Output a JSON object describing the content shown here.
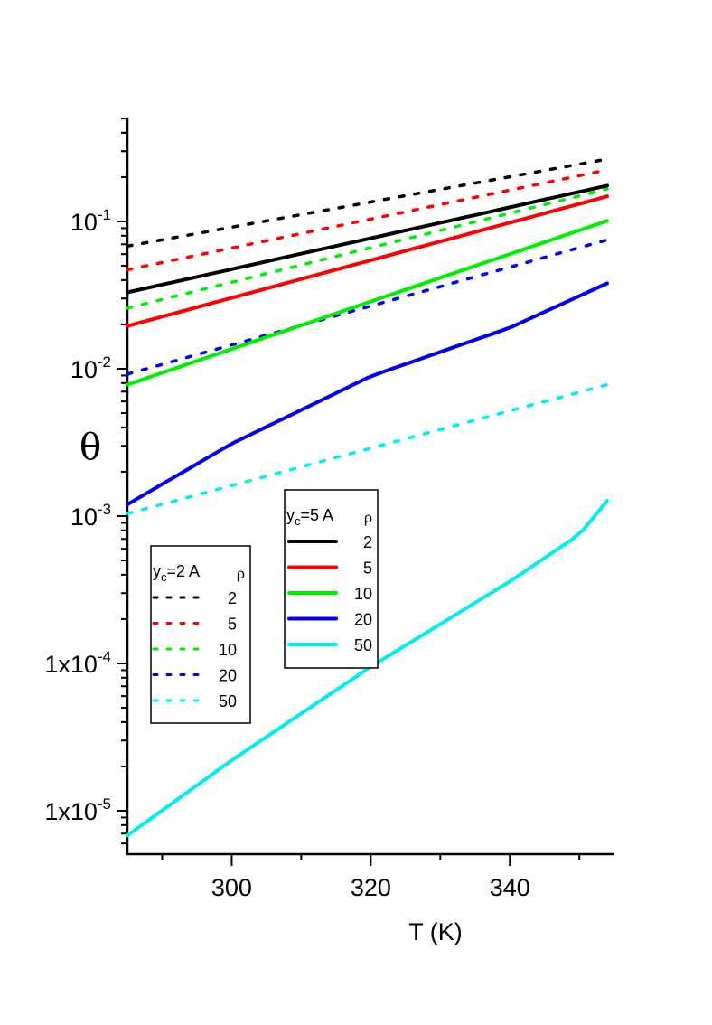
{
  "chart_data": {
    "type": "line",
    "title": "",
    "xlabel": "T (K)",
    "ylabel": "θ",
    "yscale": "log",
    "xlim": [
      285,
      354
    ],
    "ylim": [
      5e-06,
      0.55
    ],
    "grid": false,
    "x_ticks": [
      300,
      320,
      340
    ],
    "x_tick_labels": [
      "300",
      "320",
      "340"
    ],
    "y_ticks": [
      1e-05,
      0.0001,
      0.001,
      0.01,
      0.1
    ],
    "y_tick_labels": [
      {
        "base": "1x10",
        "exp": "-5"
      },
      {
        "base": "1x10",
        "exp": "-4"
      },
      {
        "base": "10",
        "exp": "-3"
      },
      {
        "base": "10",
        "exp": "-2"
      },
      {
        "base": "10",
        "exp": "-1"
      }
    ],
    "legends": [
      {
        "title_main": "y",
        "title_sub": "c",
        "title_rest": "=2 A",
        "column_header": "ρ",
        "style": "dotted",
        "entries": [
          "2",
          "5",
          "10",
          "20",
          "50"
        ]
      },
      {
        "title_main": "y",
        "title_sub": "c",
        "title_rest": "=5 A",
        "column_header": "ρ",
        "style": "solid",
        "entries": [
          "2",
          "5",
          "10",
          "20",
          "50"
        ]
      }
    ],
    "series": [
      {
        "name": "yc=2 A, ρ=2",
        "style": "dotted",
        "color": "#000000",
        "x": [
          285,
          354
        ],
        "values": [
          0.068,
          0.265
        ]
      },
      {
        "name": "yc=2 A, ρ=5",
        "style": "dotted",
        "color": "#ff0000",
        "x": [
          285,
          354
        ],
        "values": [
          0.047,
          0.224
        ]
      },
      {
        "name": "yc=2 A, ρ=10",
        "style": "dotted",
        "color": "#00ee00",
        "x": [
          285,
          354
        ],
        "values": [
          0.0258,
          0.166
        ]
      },
      {
        "name": "yc=2 A, ρ=20",
        "style": "dotted",
        "color": "#0000ee",
        "x": [
          285,
          354
        ],
        "values": [
          0.0092,
          0.075
        ]
      },
      {
        "name": "yc=2 A, ρ=50",
        "style": "dotted",
        "color": "#00eeee",
        "x": [
          285,
          354
        ],
        "values": [
          0.00104,
          0.0078
        ]
      },
      {
        "name": "yc=5 A, ρ=2",
        "style": "solid",
        "color": "#000000",
        "x": [
          285,
          354
        ],
        "values": [
          0.033,
          0.175
        ]
      },
      {
        "name": "yc=5 A, ρ=5",
        "style": "solid",
        "color": "#ff0000",
        "x": [
          285,
          354
        ],
        "values": [
          0.0195,
          0.148
        ]
      },
      {
        "name": "yc=5 A, ρ=10",
        "style": "solid",
        "color": "#00ee00",
        "x": [
          285,
          354
        ],
        "values": [
          0.0078,
          0.101
        ]
      },
      {
        "name": "yc=5 A, ρ=20",
        "style": "solid",
        "color": "#0000ee",
        "x": [
          285,
          300,
          320,
          340,
          354
        ],
        "values": [
          0.0012,
          0.0031,
          0.0089,
          0.019,
          0.038
        ]
      },
      {
        "name": "yc=5 A, ρ=50",
        "style": "solid",
        "color": "#00eeee",
        "x": [
          285,
          300,
          320,
          340,
          350,
          354
        ],
        "values": [
          6.8e-06,
          2.2e-05,
          9.5e-05,
          0.00036,
          0.00075,
          0.00127
        ]
      }
    ]
  }
}
